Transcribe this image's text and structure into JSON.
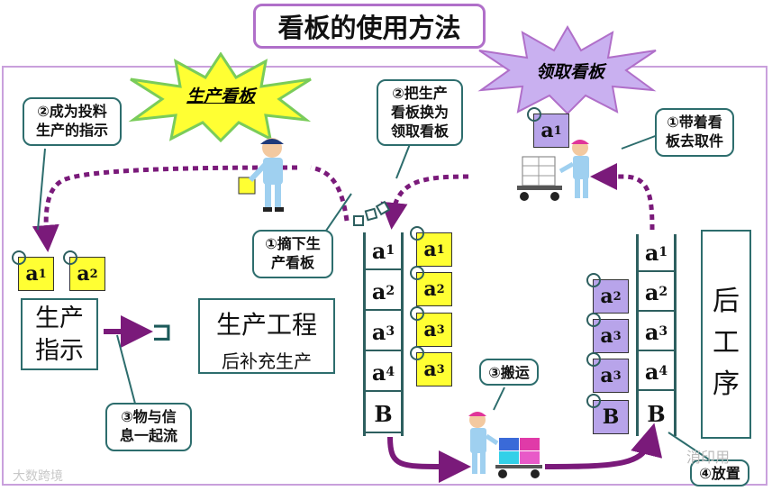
{
  "title": "看板的使用方法",
  "bursts": {
    "production": "生产看板",
    "withdrawal": "领取看板"
  },
  "callouts": {
    "step2_left": "②成为投料\n生产的指示",
    "step1_mid": "①摘下生\n产看板",
    "step2_mid": "②把生产\n看板换为\n领取看板",
    "step1_right": "①带着看\n板去取件",
    "step3_flow": "③物与信\n息一起流",
    "step3_carry": "③搬运",
    "step4_place": "④放置"
  },
  "left_cards": [
    {
      "letter": "a",
      "sub": "1"
    },
    {
      "letter": "a",
      "sub": "2"
    }
  ],
  "production_instruction": "生产\n指示",
  "process": {
    "title": "生产工程",
    "subtitle": "后补充生产"
  },
  "symbol_arrow": "⊐",
  "mid_rack": [
    {
      "letter": "a",
      "sub": "1"
    },
    {
      "letter": "a",
      "sub": "2"
    },
    {
      "letter": "a",
      "sub": "3"
    },
    {
      "letter": "a",
      "sub": "4"
    },
    {
      "letter": "B",
      "sub": ""
    }
  ],
  "mid_cards": [
    {
      "letter": "a",
      "sub": "1"
    },
    {
      "letter": "a",
      "sub": "2"
    },
    {
      "letter": "a",
      "sub": "3"
    },
    {
      "letter": "a",
      "sub": "3"
    }
  ],
  "right_rack": [
    {
      "letter": "a",
      "sub": "1"
    },
    {
      "letter": "a",
      "sub": "2"
    },
    {
      "letter": "a",
      "sub": "3"
    },
    {
      "letter": "a",
      "sub": "4"
    },
    {
      "letter": "B",
      "sub": ""
    }
  ],
  "right_cards": [
    {
      "letter": "a",
      "sub": "2"
    },
    {
      "letter": "a",
      "sub": "3"
    },
    {
      "letter": "a",
      "sub": "3"
    },
    {
      "letter": "B",
      "sub": ""
    }
  ],
  "top_card": {
    "letter": "a",
    "sub": "1"
  },
  "downstream": "后\n工\n序",
  "watermarks": {
    "left": "大数跨境",
    "right": "消印用"
  },
  "colors": {
    "frame": "#c9a0dc",
    "teal": "#2d6d6d",
    "arrow": "#7a1a7a",
    "yellow": "#ffff33",
    "purple": "#b8a4ea"
  }
}
